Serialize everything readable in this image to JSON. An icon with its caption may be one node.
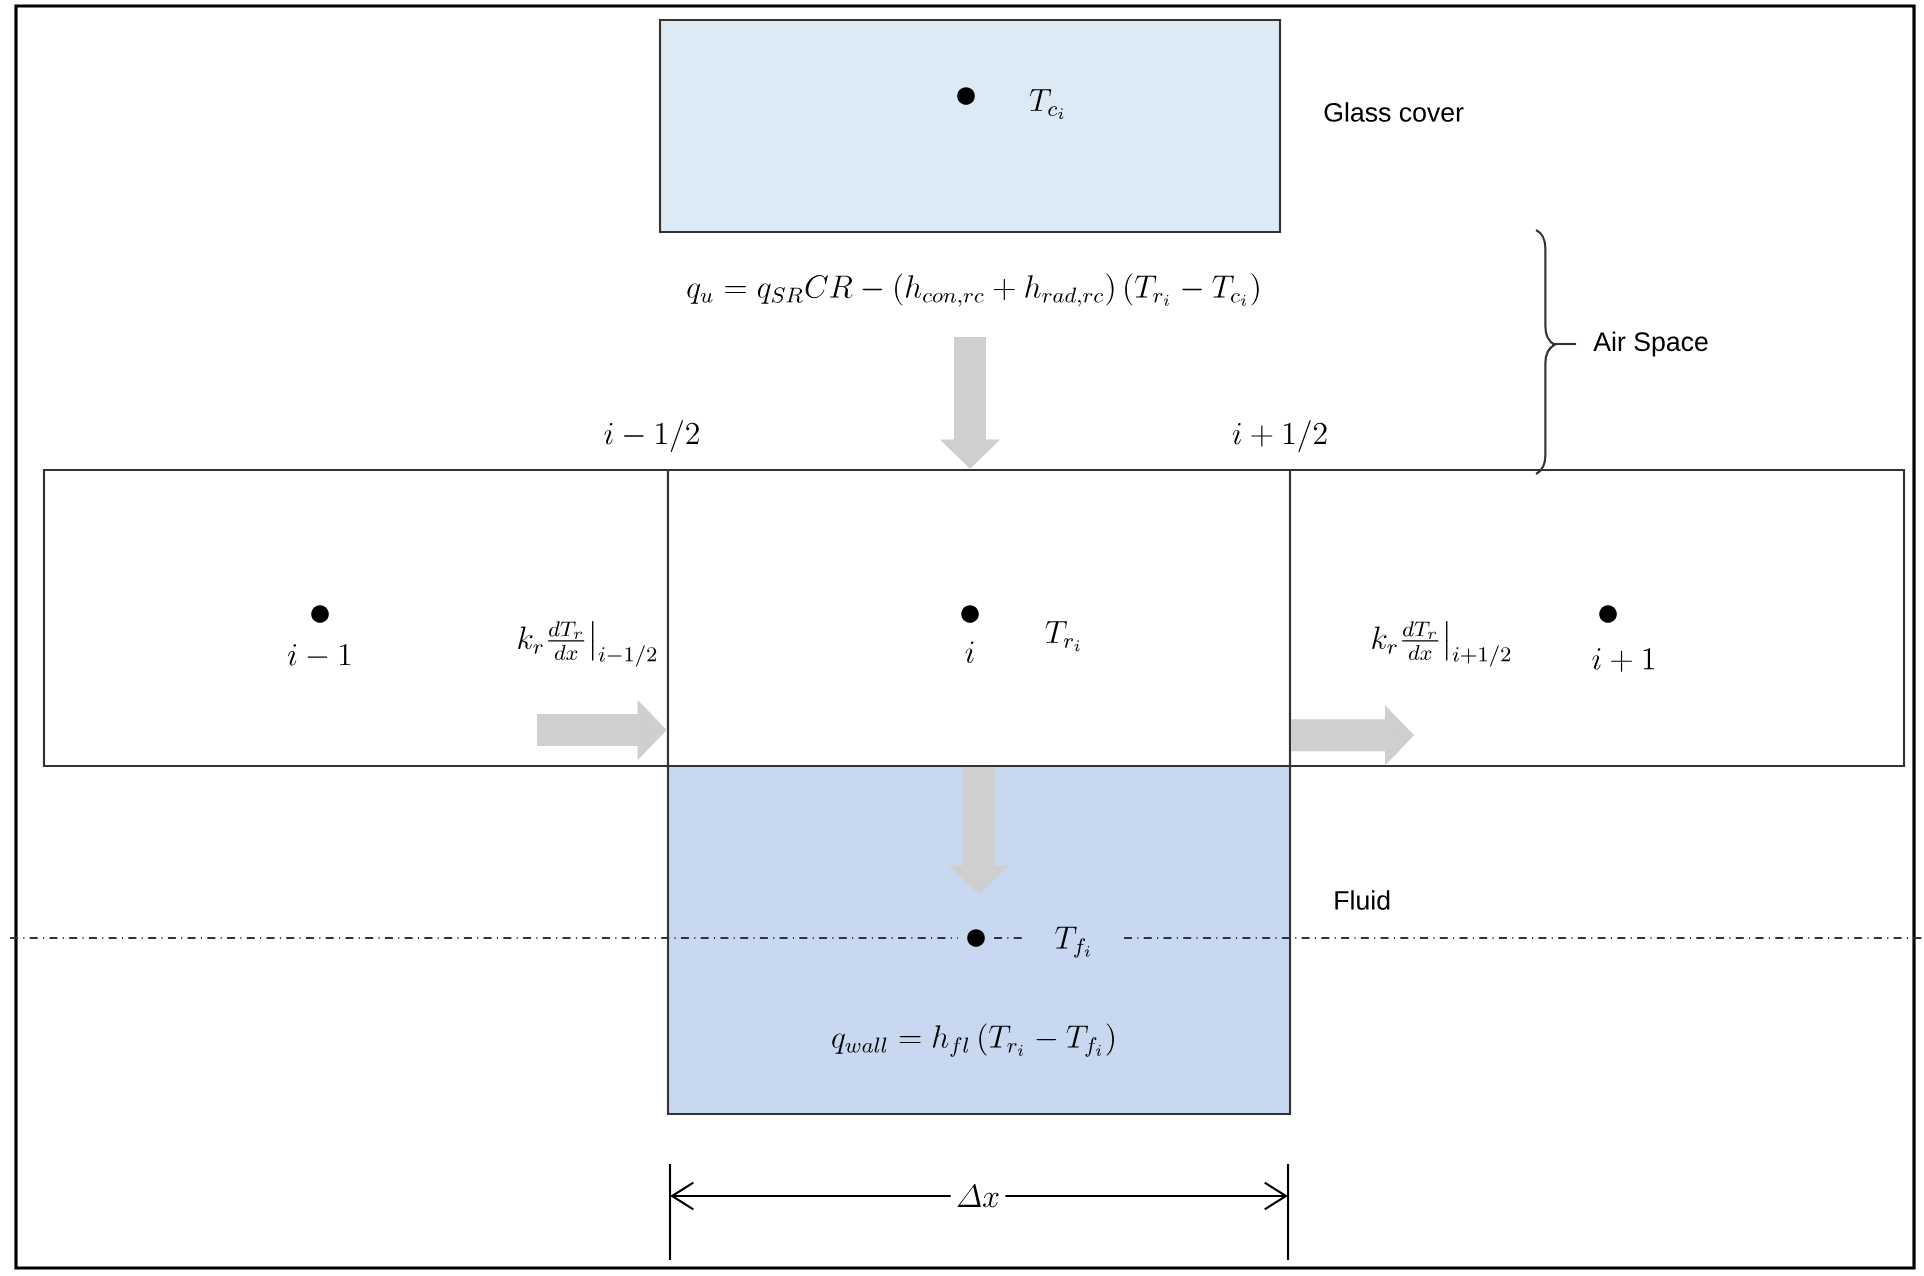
{
  "diagram": {
    "nodes": [
      {
        "text": [
          "T_{c_i}"
        ],
        "beside": [
          "Glass cover"
        ]
      },
      {
        "text": [
          "i-1",
          "\\left. k_r \\frac{dT_r}{dx}\\right|_{i-1/2}"
        ]
      },
      {
        "text": [
          "i",
          "T_{r_i}"
        ]
      },
      {
        "text": [
          "\\left. k_r \\frac{dT_r}{dx}\\right|_{i+1/2}",
          "i+1"
        ]
      },
      {
        "text": [
          "T_{f_i}",
          "q_{wall} = h_{fl}\\left(T_{r_i} - T_{f_i}\\right)"
        ],
        "beside": [
          "Fluid"
        ]
      }
    ],
    "edges": [
      {
        "from": 0,
        "to": 2,
        "arrow": "to",
        "label": "q_u = q_{SR}CR - \\left(h_{con,rc} + h_{rad,rc}\\right)\\left(T_{r_i} - T_{c_i}\\right)"
      },
      {
        "from": 1,
        "to": 2,
        "arrow": "to"
      },
      {
        "from": 2,
        "to": 3,
        "arrow": "to"
      },
      {
        "from": 2,
        "to": 4,
        "arrow": "to"
      }
    ],
    "labels": [
      "i-1/2",
      "i+1/2",
      "Air Space",
      "\\varDelta x"
    ]
  }
}
